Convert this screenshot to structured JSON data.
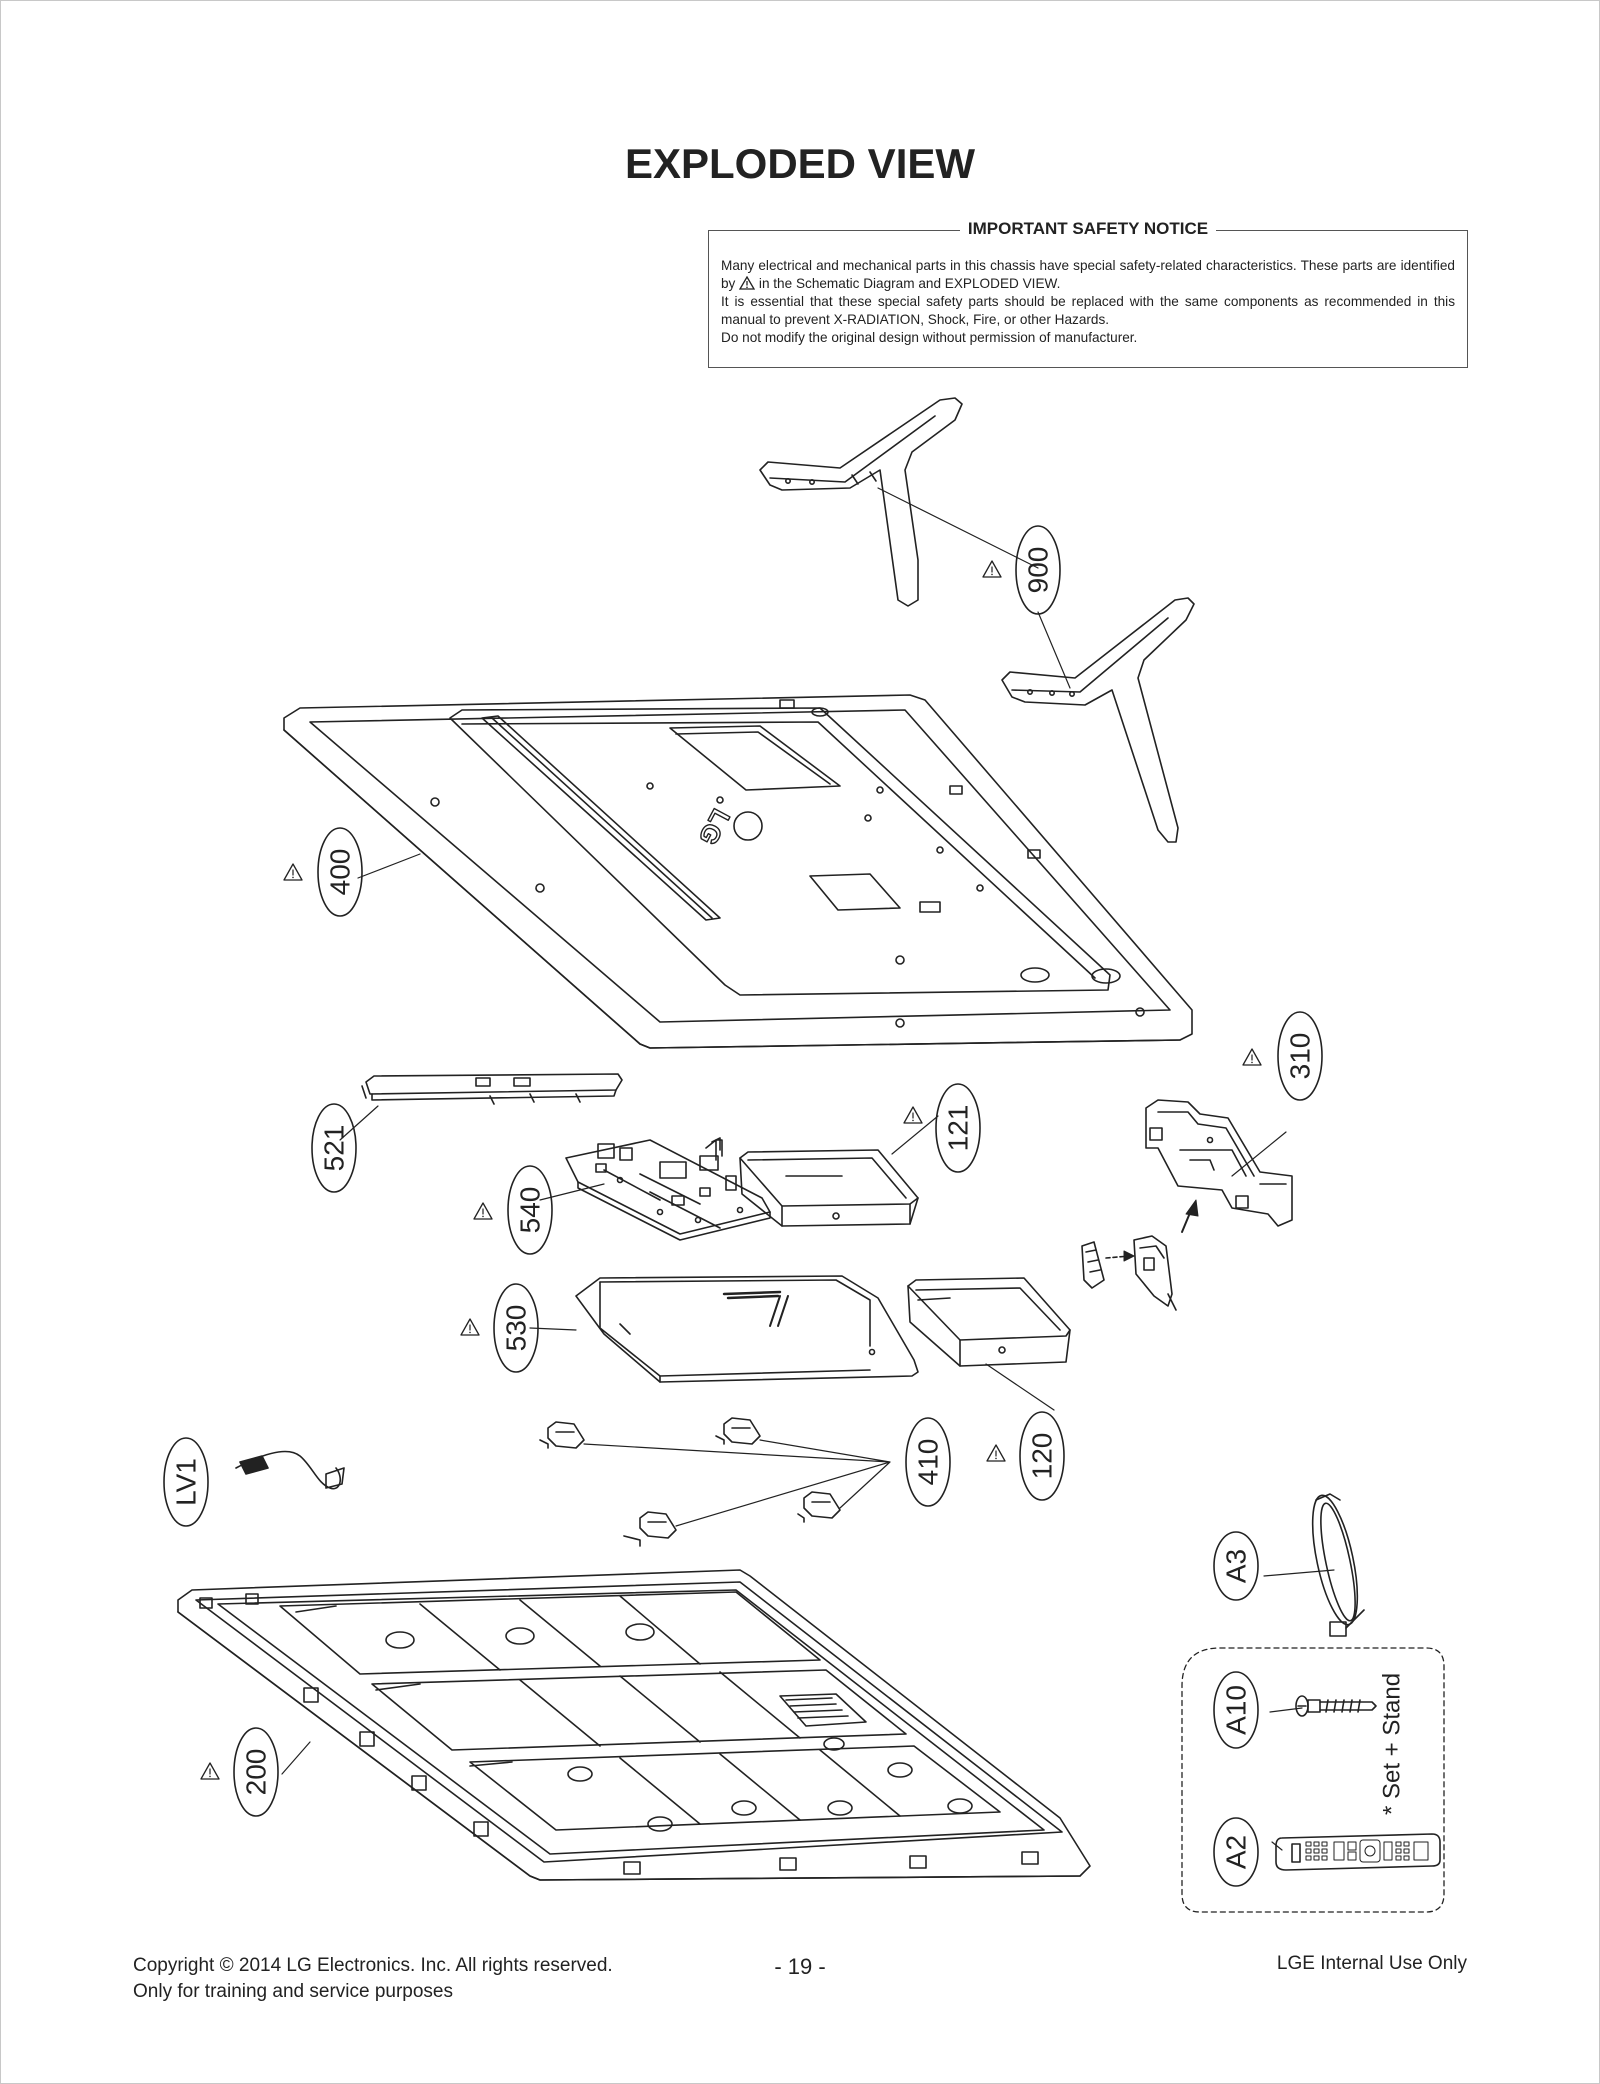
{
  "page": {
    "title": "EXPLODED VIEW",
    "page_number": "- 19 -"
  },
  "notice": {
    "heading": "IMPORTANT SAFETY NOTICE",
    "line1_pre": "Many electrical and mechanical parts in this chassis have special safety-related characteristics. These parts are identified by",
    "line1_post": "in the Schematic Diagram and EXPLODED VIEW.",
    "line2": "It is essential that these special safety parts should be replaced with the same components as recommended in this manual to prevent X-RADIATION, Shock, Fire, or other Hazards.",
    "line3": "Do not modify the original design without permission of manufacturer."
  },
  "footer": {
    "copyright_line1": "Copyright  © 2014 LG Electronics. Inc. All rights reserved.",
    "copyright_line2": "Only for training and service purposes",
    "internal": "LGE Internal Use Only"
  },
  "callouts": {
    "p900": "900",
    "p400": "400",
    "p310": "310",
    "p521": "521",
    "p121": "121",
    "p540": "540",
    "p530": "530",
    "p410": "410",
    "p120": "120",
    "lv1": "LV1",
    "a3": "A3",
    "a10": "A10",
    "a2": "A2",
    "p200": "200"
  },
  "accessory_group_note": "* Set + Stand",
  "logo_text": "LG",
  "colors": {
    "line": "#222222",
    "frame": "#c8c8c8"
  }
}
